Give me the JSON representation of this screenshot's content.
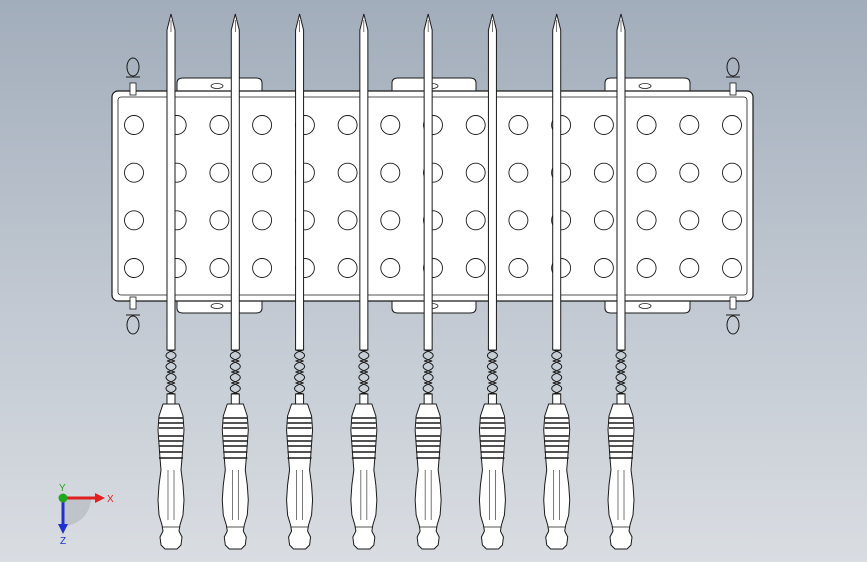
{
  "view": {
    "background_top": "#a2adbb",
    "background_bottom": "#d9dde2",
    "line_color": "#1a1a1a",
    "part_fill": "#ffffff"
  },
  "model": {
    "skewer_count": 8,
    "hole_rows": 4,
    "hole_columns": 15
  },
  "triad": {
    "x_label": "X",
    "y_label": "Y",
    "z_label": "Z",
    "x_color": "#e02020",
    "y_color": "#1fa81f",
    "z_color": "#2030d0"
  }
}
